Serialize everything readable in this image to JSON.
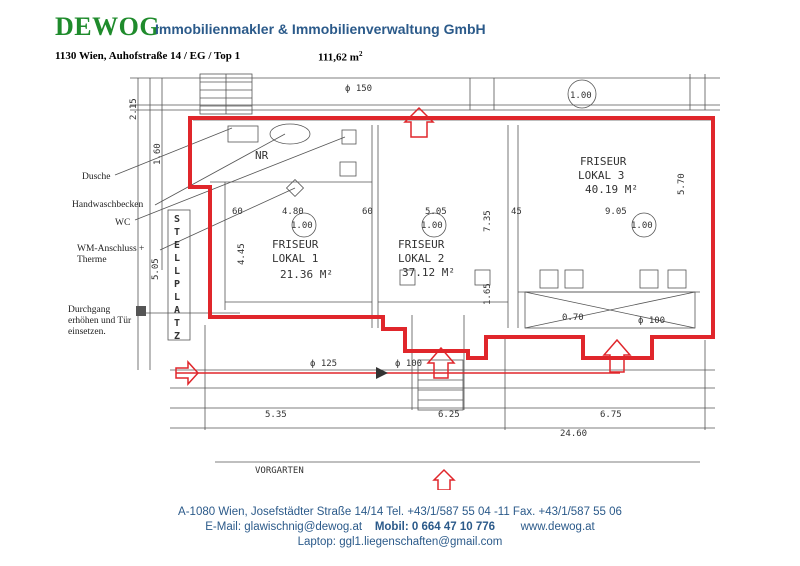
{
  "header": {
    "brand": "DEWOG",
    "company": "Immobilienmakler & Immobilienverwaltung GmbH",
    "address": "1130 Wien, Auhofstraße 14 / EG / Top 1",
    "area_value": "111,62 m",
    "area_sup": "2"
  },
  "legend": {
    "dusche": "Dusche",
    "handwaschbecken": "Handwaschbecken",
    "wc": "WC",
    "wm_line1": "WM-Anschluss +",
    "wm_line2": "Therme",
    "durchgang_line1": "Durchgang",
    "durchgang_line2": "erhöhen und Tür",
    "durchgang_line3": "einsetzen."
  },
  "plan": {
    "nr": "NR",
    "lokal1_name": "FRISEUR",
    "lokal1_sub": "LOKAL 1",
    "lokal1_area": "21.36 M²",
    "lokal2_name": "FRISEUR",
    "lokal2_sub": "LOKAL 2",
    "lokal2_area": "37.12 M²",
    "lokal3_name": "FRISEUR",
    "lokal3_sub": "LOKAL 3",
    "lokal3_area": "40.19 M²",
    "stellplatz": [
      "S",
      "T",
      "E",
      "L",
      "L",
      "P",
      "L",
      "A",
      "T",
      "Z"
    ],
    "vorgarten": "VORGARTEN",
    "dim_100": "1.00",
    "dim_480": "4.80",
    "dim_505": "5.05",
    "dim_905": "9.05",
    "dim_535": "5.35",
    "dim_625": "6.25",
    "dim_675": "6.75",
    "dim_2460": "24.60",
    "dim_445": "4.45",
    "dim_735": "7.35",
    "dim_165": "1.65",
    "dim_570": "5.70",
    "dim_60a": "60",
    "dim_60b": "60",
    "dim_45": "45",
    "dim_070": "0.70",
    "dim_phi150": "ϕ 150",
    "dim_phi125": "ϕ 125",
    "dim_phi100a": "ϕ 100",
    "dim_phi100b": "ϕ 100",
    "dim_505v": "5.05",
    "dim_215": "2.15",
    "dim_160": "1.60"
  },
  "footer": {
    "line1": "A-1080 Wien, Josefstädter Straße 14/14 Tel. +43/1/587 55 04 -11 Fax. +43/1/587 55 06",
    "email": "E-Mail: glawischnig@dewog.at",
    "mobil": "Mobil: 0 664 47 10 776",
    "web": "www.dewog.at",
    "laptop": "Laptop: ggl1.liegenschaften@gmail.com"
  },
  "colors": {
    "brand": "#1f8b2c",
    "company": "#2b5a8a",
    "outline": "#e0262b"
  }
}
